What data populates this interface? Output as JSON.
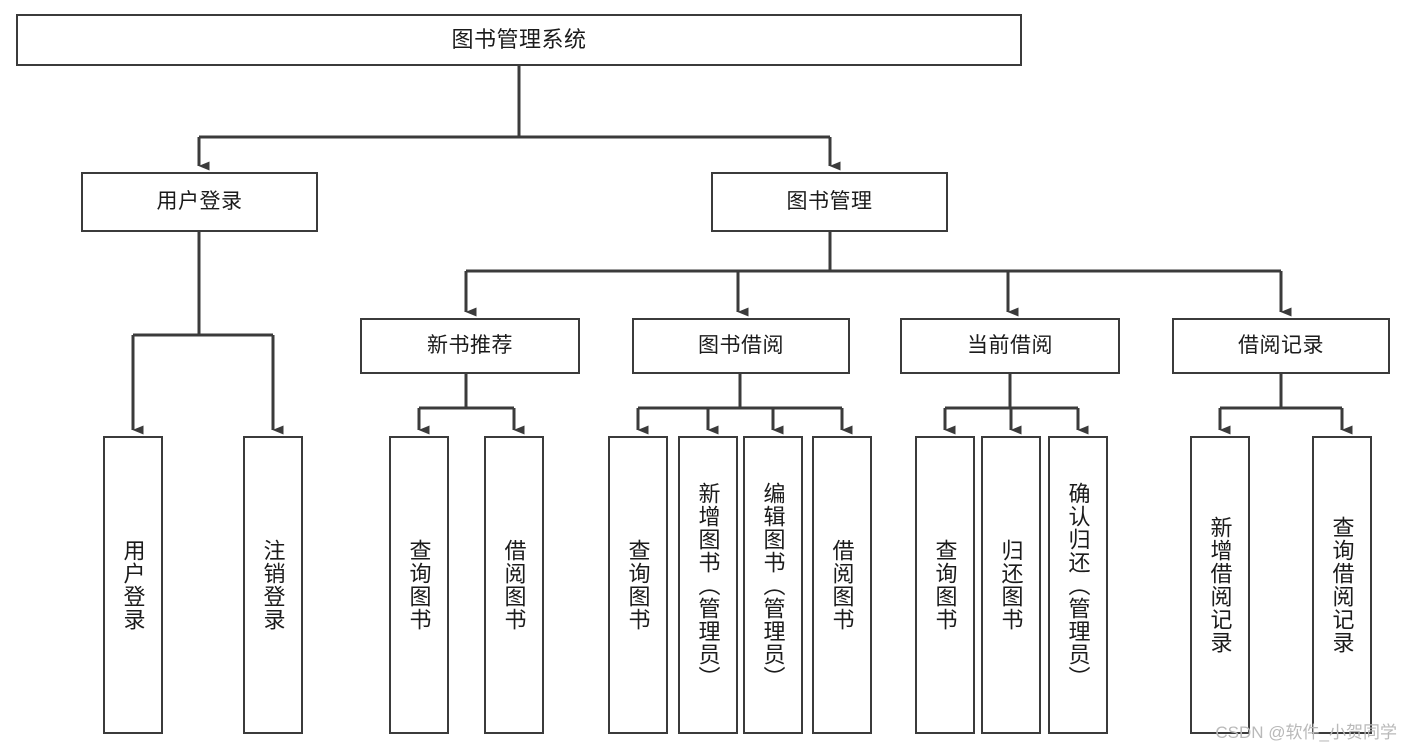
{
  "diagram": {
    "type": "hierarchy-tree",
    "title": "图书管理系统",
    "watermark": "CSDN @软件_小贺同学",
    "colors": {
      "background": "#ffffff",
      "line": "#3b3b3b",
      "box_border": "#3b3b3b",
      "box_fill": "#ffffff",
      "text": "#1b1b1b",
      "watermark": "#b9b9b9"
    },
    "nodes": {
      "root": {
        "label": "图书管理系统"
      },
      "level1": [
        {
          "label": "用户登录"
        },
        {
          "label": "图书管理"
        }
      ],
      "level2": [
        {
          "label": "新书推荐"
        },
        {
          "label": "图书借阅"
        },
        {
          "label": "当前借阅"
        },
        {
          "label": "借阅记录"
        }
      ],
      "leaves": {
        "user_login": [
          {
            "label": "用户登录"
          },
          {
            "label": "注销登录"
          }
        ],
        "new_book_recommend": [
          {
            "label": "查询图书"
          },
          {
            "label": "借阅图书"
          }
        ],
        "book_borrow": [
          {
            "label": "查询图书"
          },
          {
            "label": "新增图书（管理员）"
          },
          {
            "label": "编辑图书（管理员）"
          },
          {
            "label": "借阅图书"
          }
        ],
        "current_borrow": [
          {
            "label": "查询图书"
          },
          {
            "label": "归还图书"
          },
          {
            "label": "确认归还（管理员）"
          }
        ],
        "borrow_record": [
          {
            "label": "新增借阅记录"
          },
          {
            "label": "查询借阅记录"
          }
        ]
      }
    }
  }
}
